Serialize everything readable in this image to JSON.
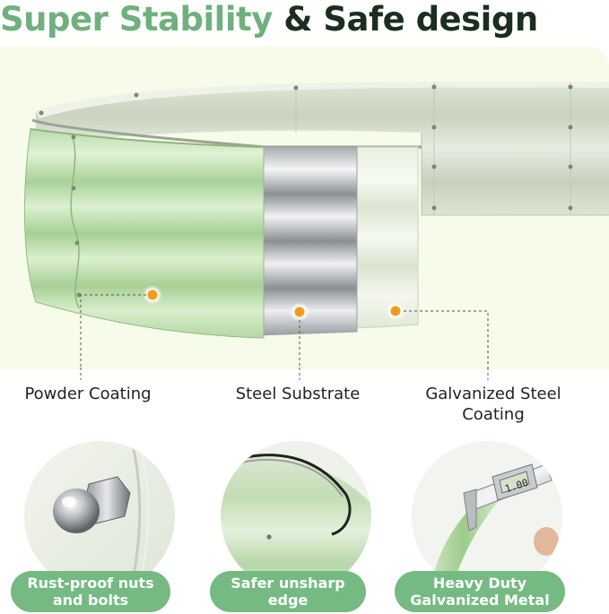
{
  "headline": {
    "part1": "Super Stability",
    "part2": "& Safe design"
  },
  "layers": [
    {
      "label": "Powder Coating"
    },
    {
      "label": "Steel Substrate"
    },
    {
      "label_line1": "Galvanized Steel",
      "label_line2": "Coating"
    }
  ],
  "features": [
    {
      "line1": "Rust-proof nuts",
      "line2": "and bolts",
      "icon": "acorn-nut-icon"
    },
    {
      "line1": "Safer unsharp",
      "line2": "edge",
      "icon": "rolled-edge-icon"
    },
    {
      "line1": "Heavy Duty",
      "line2": "Galvanized Metal",
      "icon": "caliper-icon",
      "caliper_reading": "1.00"
    }
  ],
  "colors": {
    "accent": "#74ba82",
    "headline_green": "#6fb07d",
    "headline_dark": "#1b2e1f",
    "marker": "#f39a17",
    "panel_green": "#c9e6bf"
  }
}
